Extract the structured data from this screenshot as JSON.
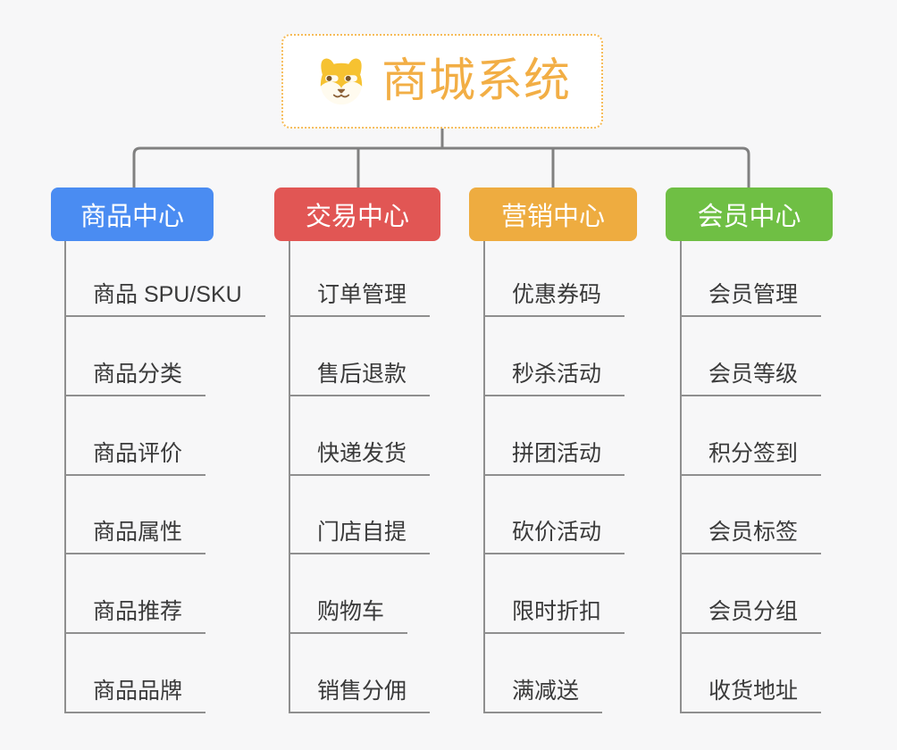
{
  "root": {
    "title": "商城系统",
    "icon": "doge-icon",
    "title_color": "#f2ae45",
    "border_color": "#f6bc5a"
  },
  "branches": [
    {
      "label": "商品中心",
      "color": "#4a8cf2",
      "children": [
        "商品 SPU/SKU",
        "商品分类",
        "商品评价",
        "商品属性",
        "商品推荐",
        "商品品牌"
      ]
    },
    {
      "label": "交易中心",
      "color": "#e15654",
      "children": [
        "订单管理",
        "售后退款",
        "快递发货",
        "门店自提",
        "购物车",
        "销售分佣"
      ]
    },
    {
      "label": "营销中心",
      "color": "#eeac40",
      "children": [
        "优惠券码",
        "秒杀活动",
        "拼团活动",
        "砍价活动",
        "限时折扣",
        "满减送"
      ]
    },
    {
      "label": "会员中心",
      "color": "#6fbf44",
      "children": [
        "会员管理",
        "会员等级",
        "积分签到",
        "会员标签",
        "会员分组",
        "收货地址"
      ]
    }
  ],
  "connector_color": "#808080",
  "line_color": "#8f8f8f",
  "background_color": "#f7f7f8"
}
